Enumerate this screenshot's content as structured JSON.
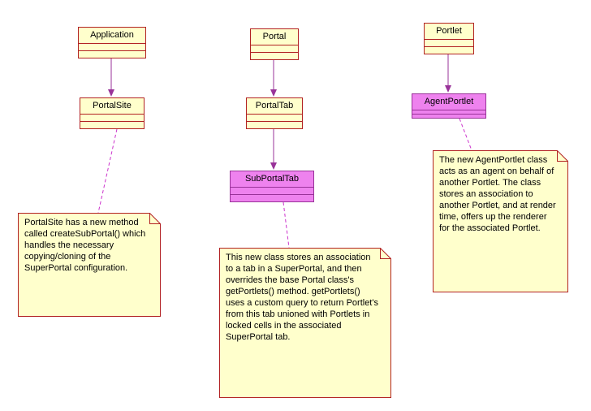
{
  "classes": {
    "application": "Application",
    "portalsite": "PortalSite",
    "portal": "Portal",
    "portaltab": "PortalTab",
    "subportaltab": "SubPortalTab",
    "portlet": "Portlet",
    "agentportlet": "AgentPortlet"
  },
  "notes": {
    "portalsite": "PortalSite has a new method called createSubPortal() which handles the necessary copying/cloning of the SuperPortal configuration.",
    "subportaltab": "This new class stores an association to a tab in a SuperPortal, and then overrides the base Portal class's getPortlets() method. getPortlets() uses a custom query to return Portlet's from this tab unioned with Portlets in locked cells in the associated SuperPortal tab.",
    "agentportlet": "The new AgentPortlet class acts as an agent on behalf of another Portlet. The class stores an association to another Portlet, and at render time, offers up the renderer for the associated Portlet."
  },
  "colors": {
    "canvas_bg": "#ffffff",
    "class_fill": "#ffffcc",
    "class_border": "#b22222",
    "highlight_fill": "#ee82ee",
    "highlight_border": "#993399",
    "note_fill": "#ffffcc",
    "note_border": "#b22222",
    "arrow": "#993399",
    "note_link": "#cc33cc",
    "text": "#000000"
  }
}
